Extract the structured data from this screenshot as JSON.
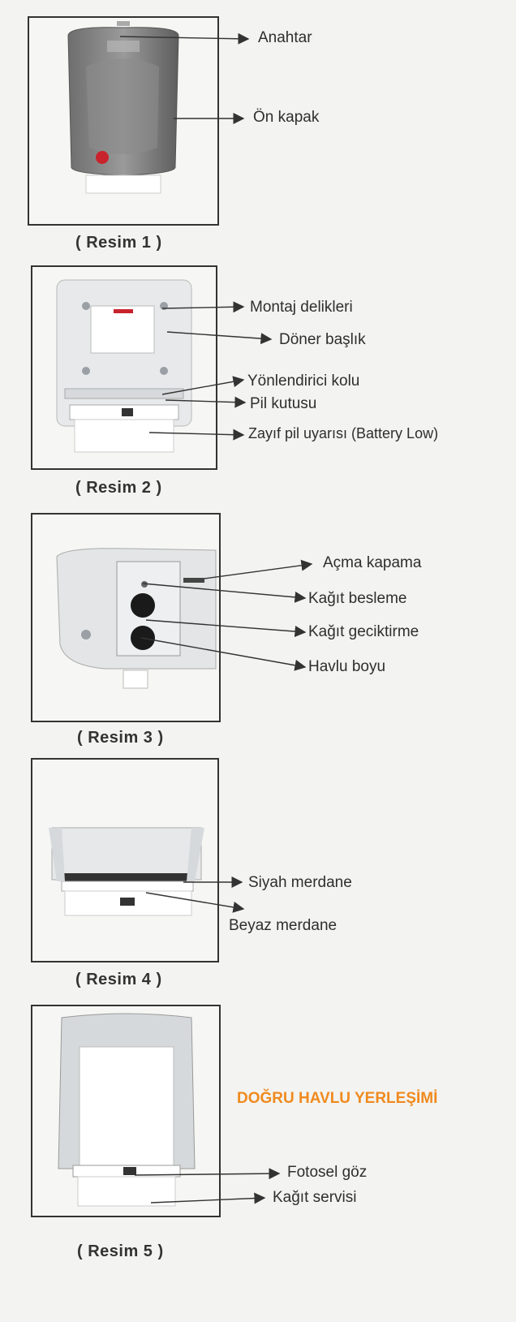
{
  "figures": [
    {
      "caption": "( Resim 1 )",
      "labels": [
        "Anahtar",
        "Ön kapak"
      ]
    },
    {
      "caption": "( Resim 2 )",
      "labels": [
        "Montaj delikleri",
        "Döner başlık",
        "Yönlendirici kolu",
        "Pil kutusu",
        "Zayıf pil uyarısı (Battery Low)"
      ]
    },
    {
      "caption": "( Resim 3 )",
      "labels": [
        "Açma kapama",
        "Kağıt besleme",
        "Kağıt geciktirme",
        "Havlu boyu"
      ]
    },
    {
      "caption": "( Resim 4 )",
      "labels": [
        "Siyah merdane",
        "Beyaz merdane"
      ]
    },
    {
      "caption": "( Resim 5 )",
      "labels": [
        "Fotosel göz",
        "Kağıt servisi"
      ]
    }
  ],
  "note": "DOĞRU HAVLU YERLEŞİMİ",
  "colors": {
    "note": "#f08a1e",
    "ink": "#333333"
  }
}
